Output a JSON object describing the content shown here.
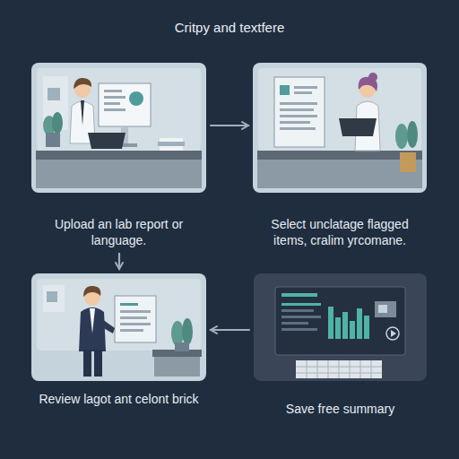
{
  "diagram": {
    "title": "Critpy and textfere",
    "nodes": [
      {
        "text": [
          "Upload an lab report or language."
        ]
      },
      {
        "text": [
          "Select unclatage flagged items, cralim yrcomane."
        ]
      },
      {
        "text": [
          "Review lagot ant celont brick"
        ]
      },
      {
        "text": [
          "Save free summary"
        ]
      }
    ],
    "edges": [
      {
        "from": 0,
        "to": 1,
        "arrow": "to"
      },
      {
        "from": 0,
        "to": 2,
        "arrow": "to"
      },
      {
        "from": 3,
        "to": 2,
        "arrow": "to"
      }
    ]
  }
}
